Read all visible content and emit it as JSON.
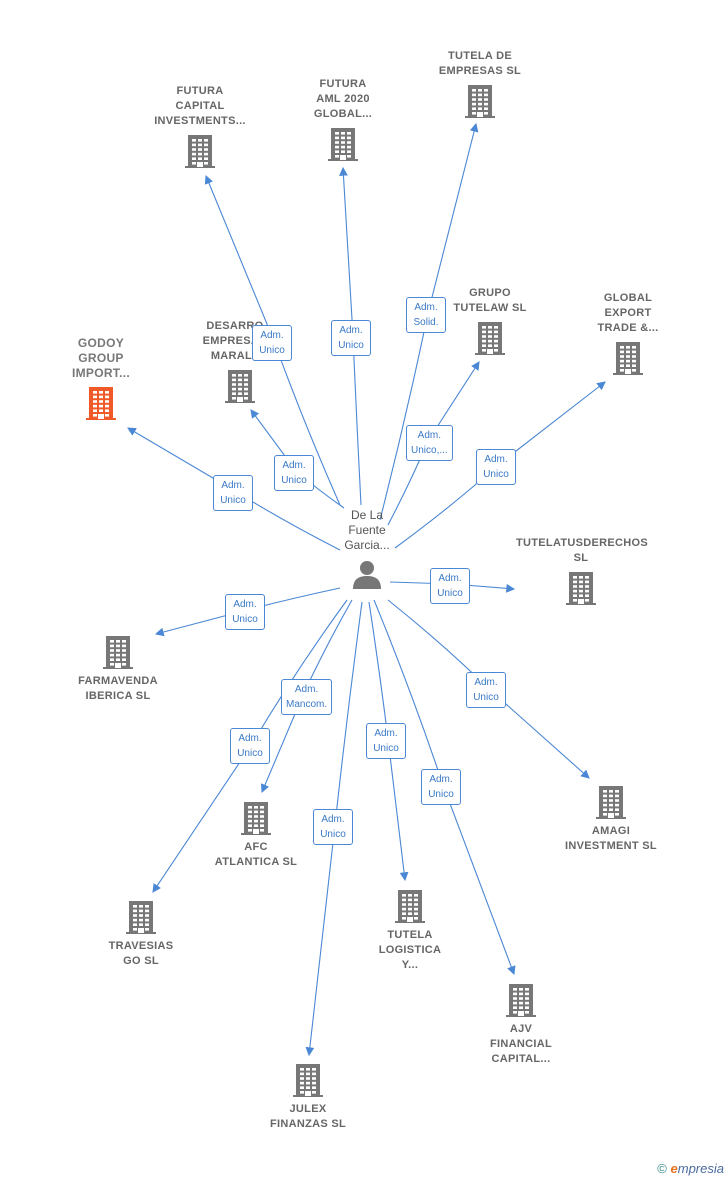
{
  "center": {
    "label": "De La\nFuente\nGarcia..."
  },
  "companies": [
    {
      "id": "futura-capital",
      "label": "FUTURA\nCAPITAL\nINVESTMENTS...",
      "highlight": false
    },
    {
      "id": "futura-aml",
      "label": "FUTURA\nAML 2020\nGLOBAL...",
      "highlight": false
    },
    {
      "id": "tutela-empresas",
      "label": "TUTELA DE\nEMPRESAS SL",
      "highlight": false
    },
    {
      "id": "grupo-tutelaw",
      "label": "GRUPO\nTUTELAW SL",
      "highlight": false
    },
    {
      "id": "global-export",
      "label": "GLOBAL\nEXPORT\nTRADE &...",
      "highlight": false
    },
    {
      "id": "desarrollos",
      "label": "DESARRO...\nEMPRESAR...\nMARALL...",
      "highlight": false
    },
    {
      "id": "godoy",
      "label": "GODOY\nGROUP\nIMPORT...",
      "highlight": true
    },
    {
      "id": "tutelatusderechos",
      "label": "TUTELATUSDERECHOS\nSL",
      "highlight": false
    },
    {
      "id": "farmavenda",
      "label": "FARMAVENDA\nIBERICA SL",
      "highlight": false
    },
    {
      "id": "amagi",
      "label": "AMAGI\nINVESTMENT SL",
      "highlight": false
    },
    {
      "id": "afc",
      "label": "AFC\nATLANTICA SL",
      "highlight": false
    },
    {
      "id": "travesias",
      "label": "TRAVESIAS\nGO SL",
      "highlight": false
    },
    {
      "id": "tutela-logistica",
      "label": "TUTELA\nLOGISTICA\nY...",
      "highlight": false
    },
    {
      "id": "ajv",
      "label": "AJV\nFINANCIAL\nCAPITAL...",
      "highlight": false
    },
    {
      "id": "julex",
      "label": "JULEX\nFINANZAS SL",
      "highlight": false
    }
  ],
  "relations": [
    {
      "to": "futura-capital",
      "label": "Adm.\nUnico"
    },
    {
      "to": "futura-aml",
      "label": "Adm.\nUnico"
    },
    {
      "to": "tutela-empresas",
      "label": "Adm.\nSolid."
    },
    {
      "to": "grupo-tutelaw",
      "label": "Adm.\nUnico,..."
    },
    {
      "to": "global-export",
      "label": "Adm.\nUnico"
    },
    {
      "to": "desarrollos",
      "label": "Adm.\nUnico"
    },
    {
      "to": "godoy",
      "label": "Adm.\nUnico"
    },
    {
      "to": "tutelatusderechos",
      "label": "Adm.\nUnico"
    },
    {
      "to": "farmavenda",
      "label": "Adm.\nUnico"
    },
    {
      "to": "amagi",
      "label": "Adm.\nUnico"
    },
    {
      "to": "afc",
      "label": "Adm.\nMancom."
    },
    {
      "to": "travesias",
      "label": "Adm.\nUnico"
    },
    {
      "to": "tutela-logistica",
      "label": "Adm.\nUnico"
    },
    {
      "to": "ajv",
      "label": "Adm.\nUnico"
    },
    {
      "to": "julex",
      "label": "Adm.\nUnico"
    }
  ],
  "colors": {
    "edge": "#4a87d4",
    "building": "#777777",
    "highlight": "#f05a28",
    "person": "#777777"
  },
  "footer": {
    "copyright": "©",
    "brand_e": "e",
    "brand_rest": "mpresia"
  }
}
